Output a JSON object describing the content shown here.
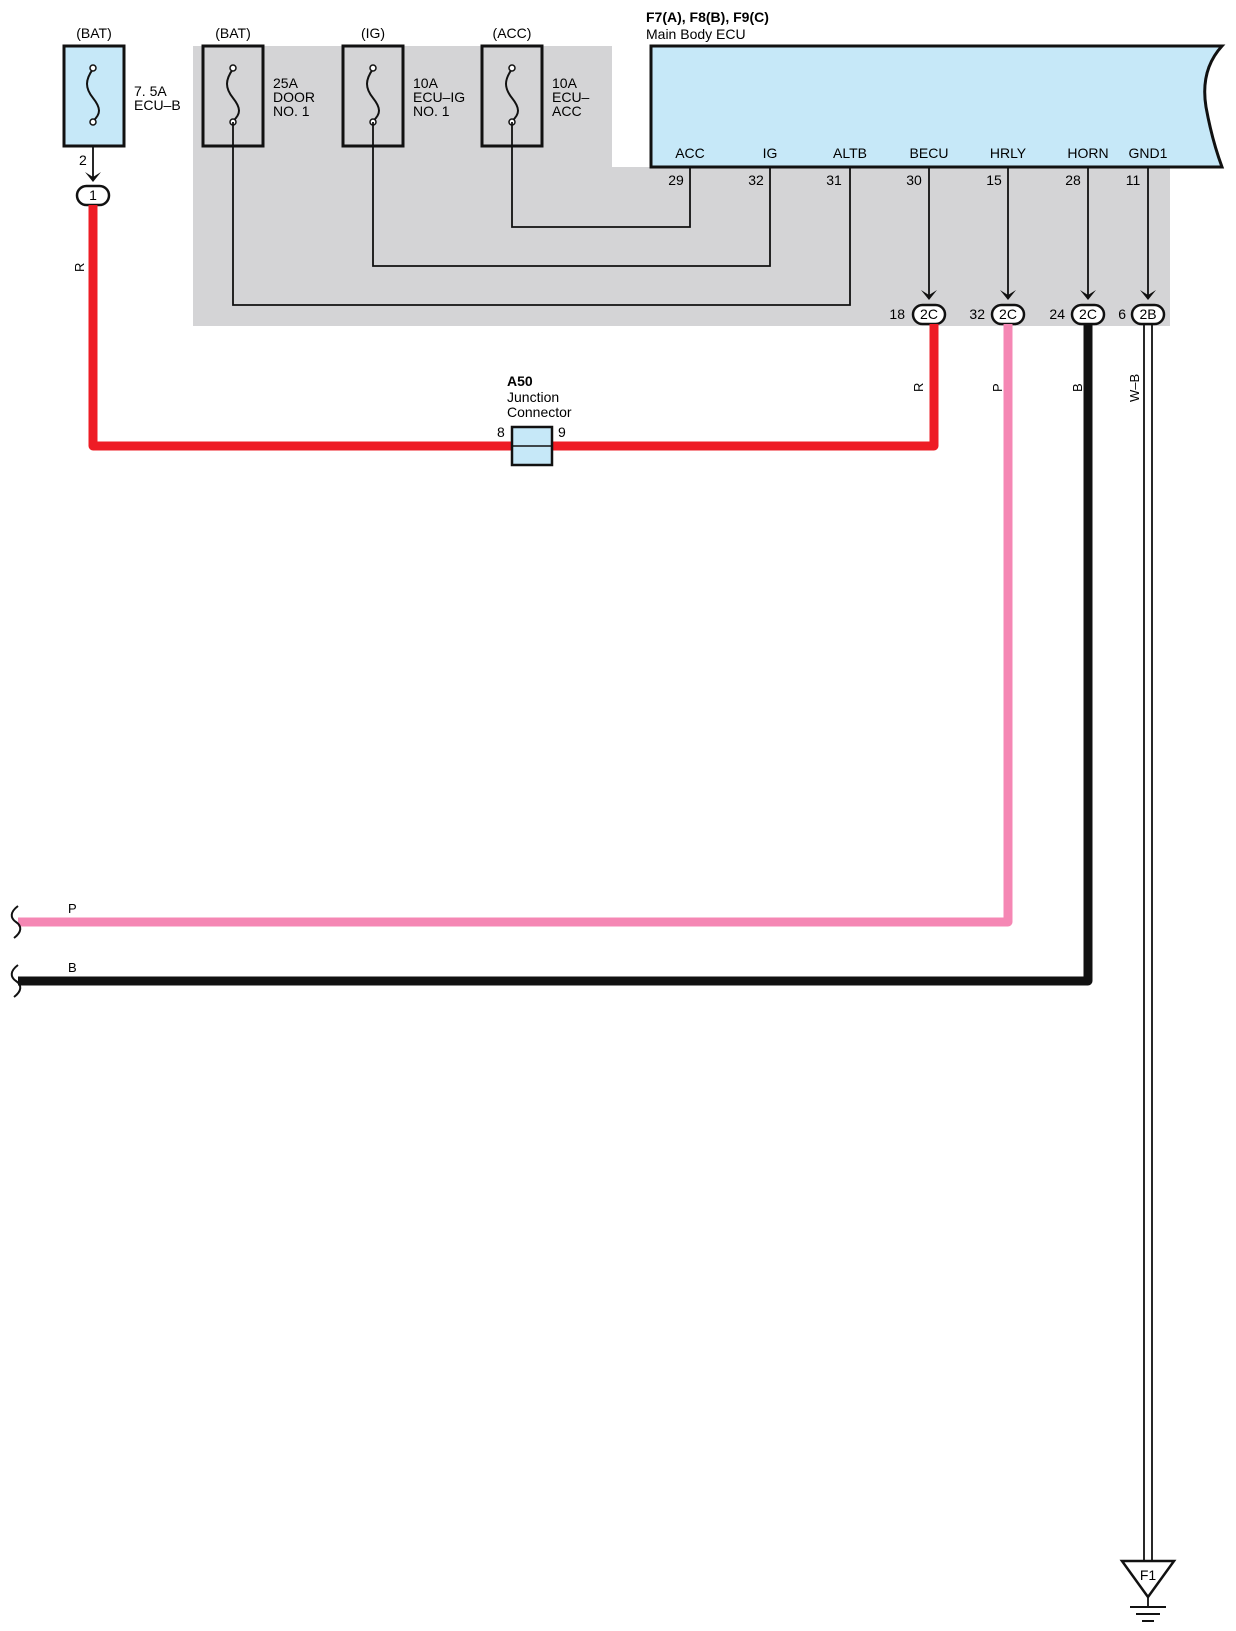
{
  "ecu": {
    "connector_title": "F7(A), F8(B), F9(C)",
    "name": "Main Body ECU",
    "terminals": [
      {
        "id": "acc",
        "label": "ACC",
        "pin": "29"
      },
      {
        "id": "ig",
        "label": "IG",
        "pin": "32"
      },
      {
        "id": "altb",
        "label": "ALTB",
        "pin": "31"
      },
      {
        "id": "becu",
        "label": "BECU",
        "pin": "30"
      },
      {
        "id": "hrly",
        "label": "HRLY",
        "pin": "15"
      },
      {
        "id": "horn",
        "label": "HORN",
        "pin": "28"
      },
      {
        "id": "gnd1",
        "label": "GND1",
        "pin": "11"
      }
    ]
  },
  "fuses": [
    {
      "id": "ecu-b",
      "source": "(BAT)",
      "rating": "7. 5A",
      "name_line1": "ECU–B",
      "name_line2": ""
    },
    {
      "id": "door",
      "source": "(BAT)",
      "rating": "25A",
      "name_line1": "DOOR",
      "name_line2": "NO. 1"
    },
    {
      "id": "ecu-ig",
      "source": "(IG)",
      "rating": "10A",
      "name_line1": "ECU–IG",
      "name_line2": "NO. 1"
    },
    {
      "id": "ecu-acc",
      "source": "(ACC)",
      "rating": "10A",
      "name_line1": "ECU–",
      "name_line2": "ACC"
    }
  ],
  "fuse_pin": "2",
  "fuse_connector": "1",
  "junction_connectors": [
    {
      "pin": "18",
      "code": "2C"
    },
    {
      "pin": "32",
      "code": "2C"
    },
    {
      "pin": "24",
      "code": "2C"
    },
    {
      "pin": "6",
      "code": "2B"
    }
  ],
  "junction": {
    "code": "A50",
    "name_line1": "Junction",
    "name_line2": "Connector",
    "pin_left": "8",
    "pin_right": "9"
  },
  "wire_labels": {
    "fuse_wire": "R",
    "becu_wire": "R",
    "hrly_wire": "P",
    "horn_wire": "B",
    "gnd_wire": "W–B",
    "bottom_pink": "P",
    "bottom_black": "B"
  },
  "ground": {
    "code": "F1"
  },
  "colors": {
    "red": "#ee1c25",
    "pink": "#f587b4",
    "black": "#111111",
    "ecu_fill": "#c6e8f8",
    "junction_block": "#d4d4d6"
  }
}
